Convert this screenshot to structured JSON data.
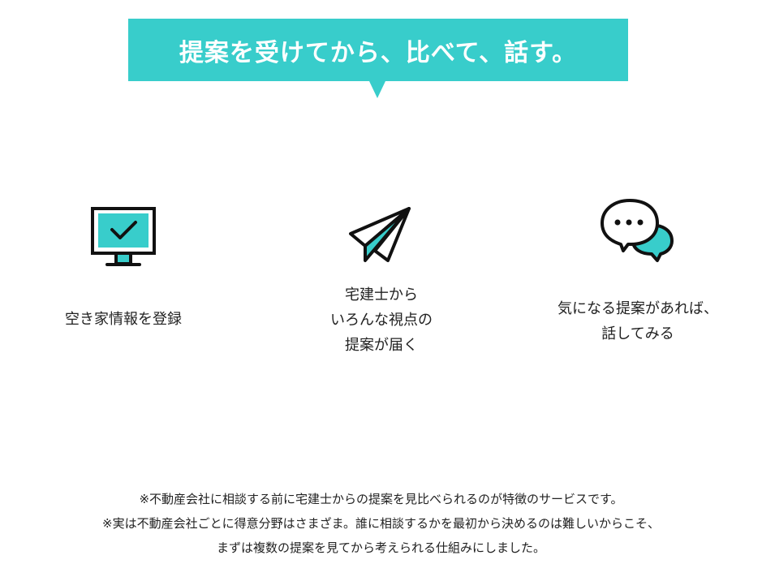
{
  "header": {
    "title": "提案を受けてから、比べて、話す。",
    "background_color": "#38cdcb"
  },
  "features": [
    {
      "icon": "monitor-check-icon",
      "lines": [
        "空き家情報を登録"
      ]
    },
    {
      "icon": "paper-plane-icon",
      "lines": [
        "宅建士から",
        "いろんな視点の",
        "提案が届く"
      ]
    },
    {
      "icon": "chat-bubbles-icon",
      "lines": [
        "気になる提案があれば、",
        "話してみる"
      ]
    }
  ],
  "notes": [
    "※不動産会社に相談する前に宅建士からの提案を見比べられるのが特徴のサービスです。",
    "※実は不動産会社ごとに得意分野はさまざま。誰に相談するかを最初から決めるのは難しいからこそ、",
    "まずは複数の提案を見てから考えられる仕組みにしました。"
  ],
  "colors": {
    "accent": "#38cdcb",
    "stroke": "#111111"
  }
}
